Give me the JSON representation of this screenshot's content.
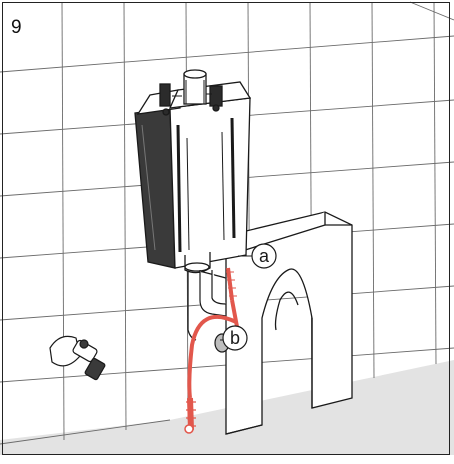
{
  "step_number": "9",
  "callouts": {
    "a": "a",
    "b": "b"
  },
  "colors": {
    "hose": "#e2574c",
    "tile_line": "#6b6b6b",
    "floor": "#e3e3e3",
    "outline": "#1a1a1a"
  },
  "icons": [
    "cistern",
    "support-frame",
    "angle-valve",
    "flexible-hose",
    "wall-tiles",
    "floor"
  ]
}
